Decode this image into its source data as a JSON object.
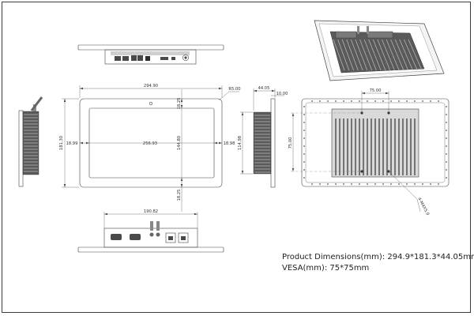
{
  "drawing": {
    "dimensions": {
      "overall_width": "294.90",
      "overall_height": "181.30",
      "screen_width": "256.93",
      "screen_height": "144.80",
      "border_left": "18.99",
      "border_right": "18.98",
      "border_top": "18.25",
      "border_bottom": "18.25",
      "corner_radius": "R5.00",
      "depth": "44.05",
      "bezel_depth": "10.00",
      "side_height": "114.98",
      "vesa_horizontal": "75.00",
      "vesa_vertical": "75.00",
      "bottom_port_width": "190.82",
      "screw_spec": "4-M4X5.0"
    },
    "notes": {
      "product_dimensions": "Product Dimensions(mm): 294.9*181.3*44.05mm",
      "vesa": "VESA(mm): 75*75mm"
    },
    "colors": {
      "line": "#444444",
      "panel_fill": "#d9d9d9",
      "dark_part": "#4a4a4a",
      "heatsink": "#5a5a5a",
      "text": "#222222"
    }
  }
}
